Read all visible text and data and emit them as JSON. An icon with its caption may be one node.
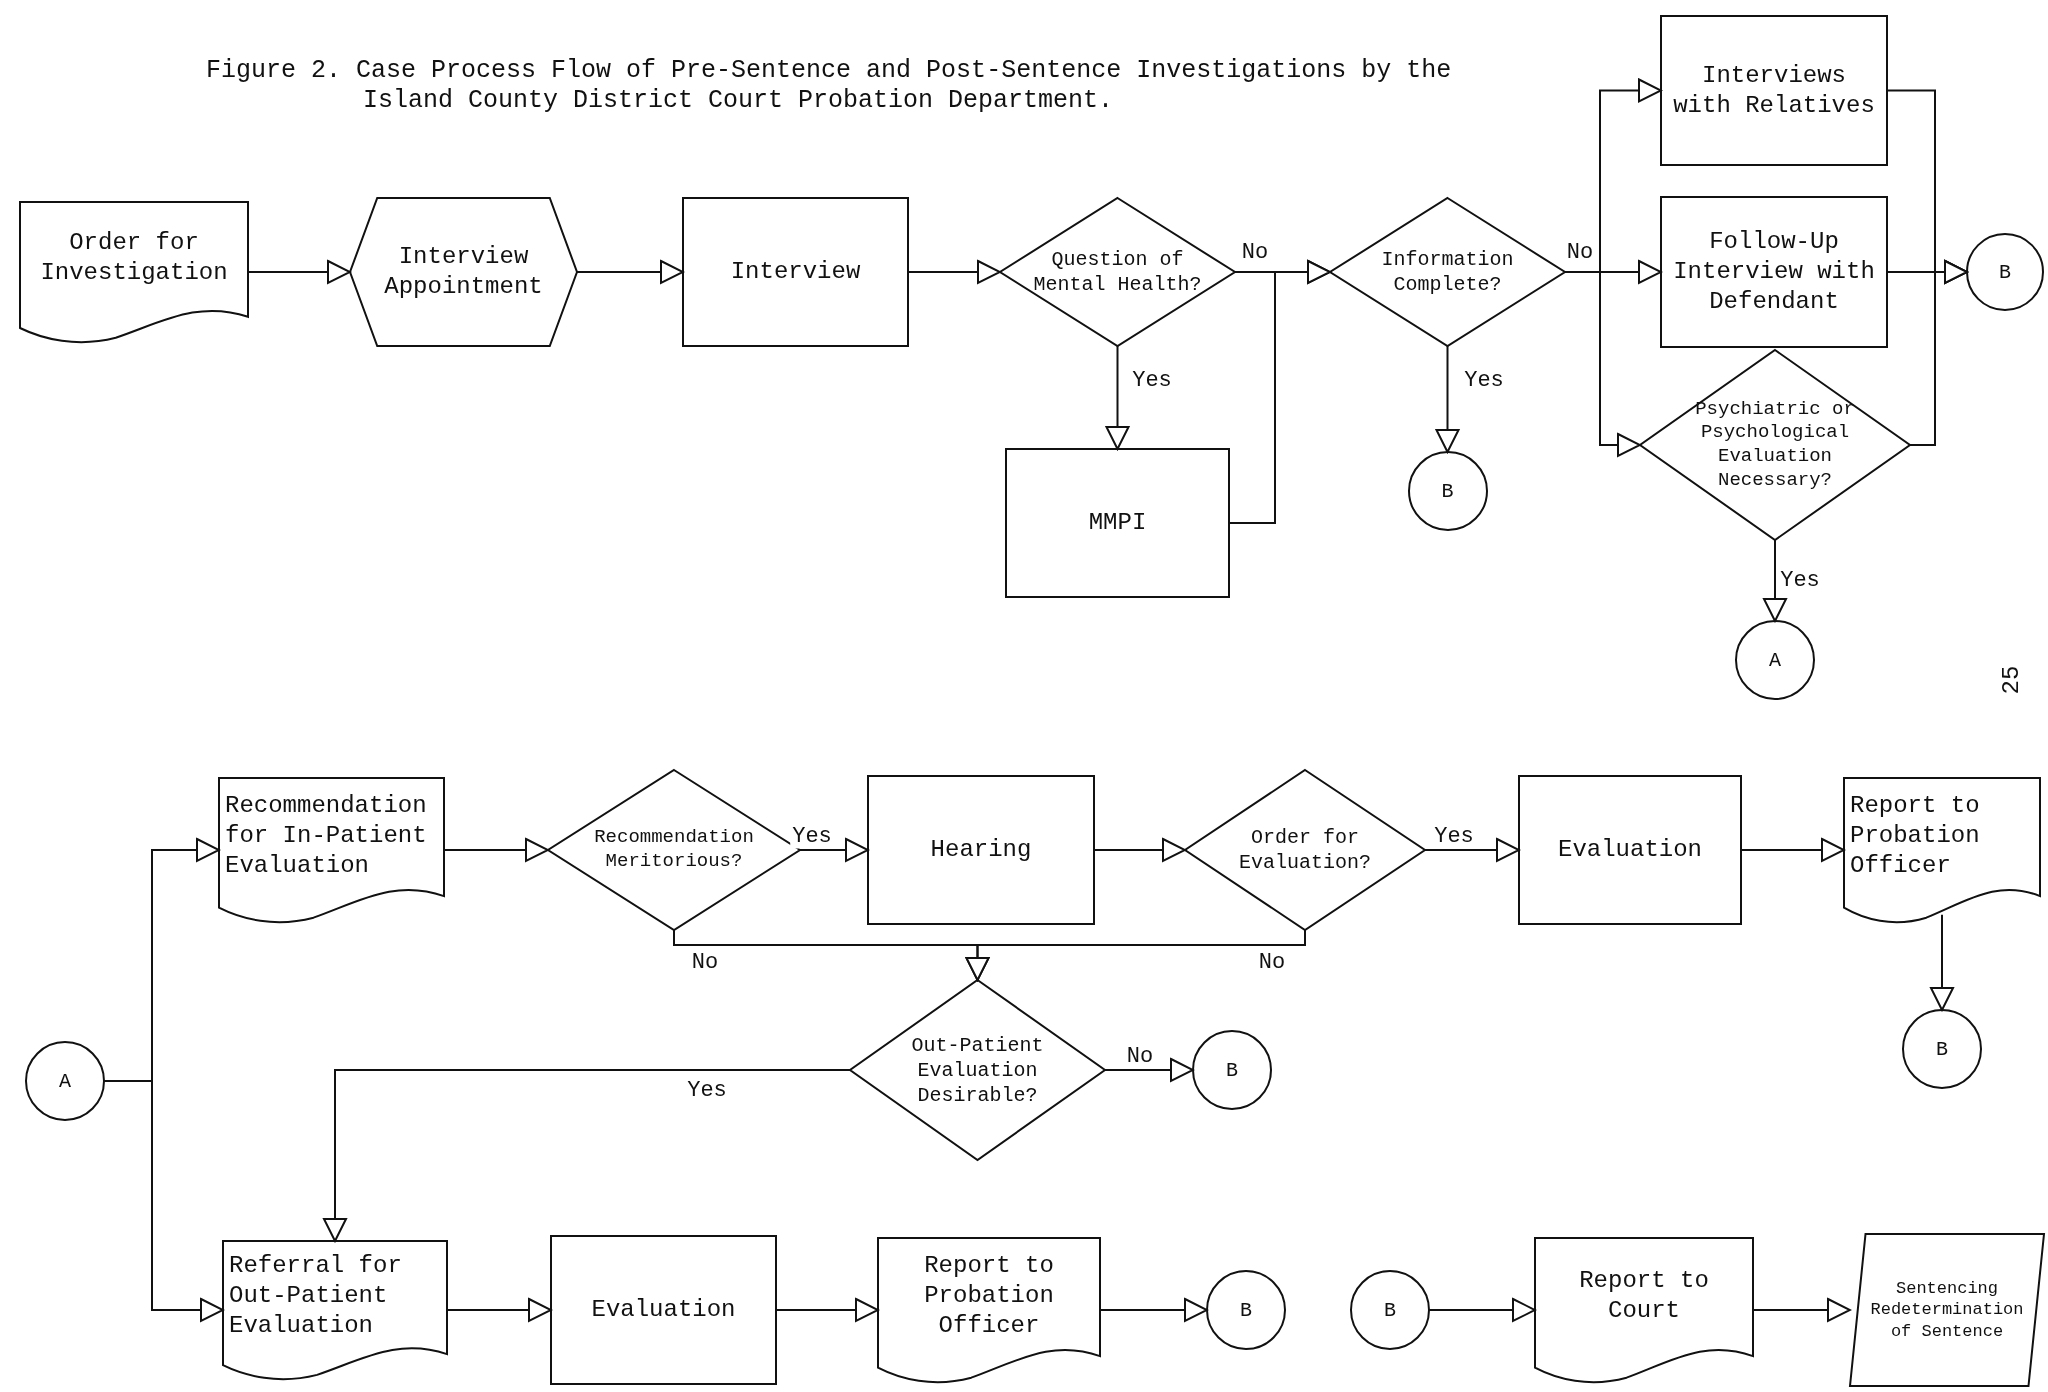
{
  "diagram": {
    "caption": "Figure 2. Case Process Flow of Pre-Sentence and Post-Sentence Investigations by the Island County District Court Probation Department.",
    "nodes": [
      {
        "text": [
          "Order for Investigation"
        ]
      },
      {
        "text": [
          "Interview Appointment"
        ]
      },
      {
        "text": [
          "Interview"
        ]
      },
      {
        "text": [
          "Question of Mental Health?"
        ]
      },
      {
        "text": [
          "MMPI"
        ]
      },
      {
        "text": [
          "Information Complete?"
        ]
      },
      {
        "text": [
          "B"
        ]
      },
      {
        "text": [
          "Interviews with Relatives"
        ]
      },
      {
        "text": [
          "Follow-Up Interview with Defendant"
        ]
      },
      {
        "text": [
          "Psychiatric or Psychological Evaluation Necessary?"
        ]
      },
      {
        "text": [
          "A"
        ]
      },
      {
        "text": [
          "B"
        ]
      },
      {
        "text": [
          "A"
        ]
      },
      {
        "text": [
          "Recommendation for In-Patient Evaluation"
        ]
      },
      {
        "text": [
          "Recommendation Meritorious?"
        ]
      },
      {
        "text": [
          "Hearing"
        ]
      },
      {
        "text": [
          "Order for Evaluation?"
        ]
      },
      {
        "text": [
          "Evaluation"
        ]
      },
      {
        "text": [
          "Report to Probation Officer"
        ]
      },
      {
        "text": [
          "B"
        ]
      },
      {
        "text": [
          "Out-Patient Evaluation Desirable?"
        ]
      },
      {
        "text": [
          "B"
        ]
      },
      {
        "text": [
          "Referral for Out-Patient Evaluation"
        ]
      },
      {
        "text": [
          "Evaluation"
        ]
      },
      {
        "text": [
          "Report to Probation Officer"
        ]
      },
      {
        "text": [
          "B"
        ]
      },
      {
        "text": [
          "B"
        ]
      },
      {
        "text": [
          "Report to Court"
        ]
      },
      {
        "text": [
          "Sentencing Redetermination of Sentence"
        ]
      }
    ],
    "edges": [
      {
        "from": 0,
        "to": 1,
        "arrow": "to"
      },
      {
        "from": 1,
        "to": 2,
        "arrow": "to"
      },
      {
        "from": 2,
        "to": 3,
        "arrow": "to"
      },
      {
        "from": 3,
        "to": 5,
        "arrow": "to",
        "label": "No"
      },
      {
        "from": 3,
        "to": 4,
        "arrow": "to",
        "label": "Yes"
      },
      {
        "from": 4,
        "to": 5,
        "arrow": "to"
      },
      {
        "from": 5,
        "to": 6,
        "arrow": "to",
        "label": "Yes"
      },
      {
        "from": 5,
        "to": 7,
        "arrow": "to"
      },
      {
        "from": 5,
        "to": 8,
        "arrow": "to",
        "label": "No"
      },
      {
        "from": 5,
        "to": 9,
        "arrow": "to"
      },
      {
        "from": 7,
        "to": 11,
        "arrow": "to"
      },
      {
        "from": 8,
        "to": 11,
        "arrow": "to"
      },
      {
        "from": 9,
        "to": 11,
        "arrow": "to"
      },
      {
        "from": 9,
        "to": 10,
        "arrow": "to",
        "label": "Yes"
      },
      {
        "from": 12,
        "to": 13,
        "arrow": "to"
      },
      {
        "from": 12,
        "to": 22,
        "arrow": "to"
      },
      {
        "from": 13,
        "to": 14,
        "arrow": "to"
      },
      {
        "from": 14,
        "to": 15,
        "arrow": "to",
        "label": "Yes"
      },
      {
        "from": 15,
        "to": 16,
        "arrow": "to"
      },
      {
        "from": 16,
        "to": 17,
        "arrow": "to",
        "label": "Yes"
      },
      {
        "from": 17,
        "to": 18,
        "arrow": "to"
      },
      {
        "from": 18,
        "to": 19,
        "arrow": "to"
      },
      {
        "from": 14,
        "to": 20,
        "arrow": "to",
        "label": "No"
      },
      {
        "from": 16,
        "to": 20,
        "arrow": "to",
        "label": "No"
      },
      {
        "from": 20,
        "to": 21,
        "arrow": "to",
        "label": "No"
      },
      {
        "from": 20,
        "to": 22,
        "arrow": "to",
        "label": "Yes"
      },
      {
        "from": 22,
        "to": 23,
        "arrow": "to"
      },
      {
        "from": 23,
        "to": 24,
        "arrow": "to"
      },
      {
        "from": 24,
        "to": 25,
        "arrow": "to"
      },
      {
        "from": 26,
        "to": 27,
        "arrow": "to"
      },
      {
        "from": 27,
        "to": 28,
        "arrow": "to"
      }
    ],
    "labels": [
      "25"
    ]
  }
}
